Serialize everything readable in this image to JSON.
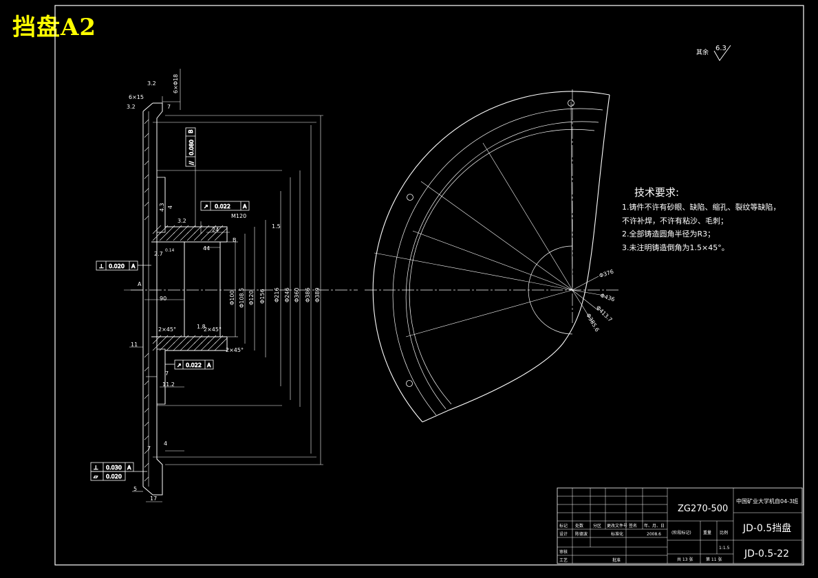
{
  "title": "挡盘A2",
  "surface_roughness": {
    "label": "其余",
    "value": "6.3"
  },
  "tech_requirements": {
    "heading": "技术要求:",
    "items": [
      "1.铸件不许有砂眼、缺陷、缩孔、裂纹等缺陷，",
      "   不许补焊，不许有粘沙、毛刺；",
      "2.全部铸造圆角半径为R3；",
      "3.未注明铸造倒角为1.5×45°。"
    ]
  },
  "section_view": {
    "dims_left": [
      "6×15",
      "3.2",
      "3.2",
      "2.7",
      "0.14",
      "90",
      "2×45°",
      "11",
      "7",
      "11.2",
      "7",
      "4",
      "5",
      "17"
    ],
    "dims_top": [
      "6×Φ18",
      "7",
      "3.2"
    ],
    "dims_mid": [
      "24",
      "M120",
      "1.5",
      "44",
      "4",
      "1.8",
      "2×45°",
      "2×45°",
      "4.3",
      "3.2"
    ],
    "diameters": [
      "Φ100",
      "Φ108.5",
      "Φ120",
      "Φ156",
      "Φ216",
      "Φ246",
      "Φ360",
      "Φ386",
      "Φ389"
    ],
    "tolerances": [
      {
        "symbol": "⊥",
        "value": "0.020",
        "datum": "A"
      },
      {
        "symbol": "↗",
        "value": "0.022",
        "datum": "A"
      },
      {
        "symbol": "↗",
        "value": "0.022",
        "datum": "A"
      },
      {
        "symbol": "⊥",
        "value": "0.030",
        "datum": "A"
      },
      {
        "symbol": "▱",
        "value": "0.020",
        "datum": ""
      },
      {
        "symbol": "//",
        "value": "0.080",
        "datum": "B"
      }
    ],
    "datum_label": "A"
  },
  "top_view": {
    "labels": [
      "Φ376",
      "Φ436",
      "Φ413.7",
      "Φ385.6"
    ]
  },
  "title_block": {
    "material": "ZG270-500",
    "school": "中国矿业大学机自04-3班",
    "part_name": "JD-0.5挡盘",
    "drawing_no": "JD-0.5-22",
    "header_cells": [
      "标记",
      "处数",
      "分区",
      "更改文件号",
      "签名",
      "年、月、日"
    ],
    "row_design": [
      "设计",
      "陈德波",
      "",
      "标准化",
      "",
      "2008.6"
    ],
    "row_check": "审核",
    "row_process": "工艺",
    "row_approve": "批准",
    "stage_label": "(阶段标记)",
    "weight_label": "重量",
    "scale_label": "比例",
    "scale": "1:1.5",
    "sheets": "共 13 张",
    "sheet_no": "第 11 张"
  }
}
